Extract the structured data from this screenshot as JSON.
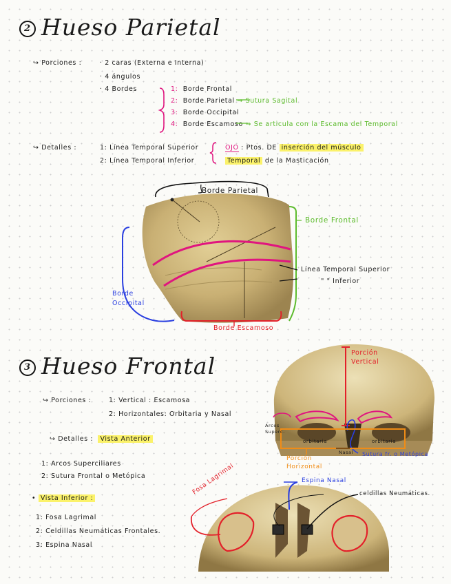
{
  "parietal": {
    "number": "2",
    "title": "Hueso Parietal",
    "porciones_label": "Porciones :",
    "porciones": [
      "· 2 caras (Externa e Interna)",
      "· 4 ángulos",
      "· 4 Bordes"
    ],
    "bordes": [
      {
        "num": "1:",
        "label": "Borde Frontal",
        "note": ""
      },
      {
        "num": "2:",
        "label": "Borde Parietal",
        "note": "→ Sutura Sagital"
      },
      {
        "num": "3:",
        "label": "Borde Occipital",
        "note": ""
      },
      {
        "num": "4:",
        "label": "Borde Escamoso",
        "note": "→ Se articula con la Escama del Temporal"
      }
    ],
    "detalles_label": "Detalles :",
    "detalles": [
      "1: Línea Temporal Superior",
      "2: Línea Temporal Inferior"
    ],
    "ojo": "OJO",
    "note1a": "Ptos. DE",
    "note1b": "inserción del músculo",
    "note2a": "Temporal",
    "note2b": "de la Masticación",
    "diagram": {
      "borde_parietal": "Borde Parietal",
      "borde_frontal": "Borde Frontal",
      "linea_sup": "Línea Temporal Superior",
      "linea_inf": "\"      \" Inferior",
      "borde_occipital": "Borde\nOccipital",
      "borde_escamoso": "Borde Escamoso"
    }
  },
  "frontal": {
    "number": "3",
    "title": "Hueso Frontal",
    "porciones_label": "Porciones :",
    "porciones": [
      "1: Vertical : Escamosa",
      "2: Horizontales: Orbitaria y Nasal"
    ],
    "detalles_label": "Detalles :",
    "vista_anterior": "Vista Anterior",
    "anterior_items": [
      "1: Arcos Superciliares",
      "2: Sutura Frontal o Metópica"
    ],
    "vista_inferior": "Vista Inferior :",
    "inferior_items": [
      "1: Fosa Lagrimal",
      "2: Celdillas Neumáticas Frontales.",
      "3: Espina Nasal"
    ],
    "diagram": {
      "porcion_vertical": "Porción\nVertical",
      "arcos": "Arcos\nSuperc.",
      "orbitaria": "orbitaria",
      "nasal": "Nasal",
      "sutura": "Sutura fr. o Metópica",
      "porcion_horizontal": "Porción\nHorizontal",
      "espina_nasal": "Espina Nasal",
      "celdillas": "celdillas Neumáticas.",
      "fosa_lagrimal": "Fosa Lagrimal"
    }
  }
}
